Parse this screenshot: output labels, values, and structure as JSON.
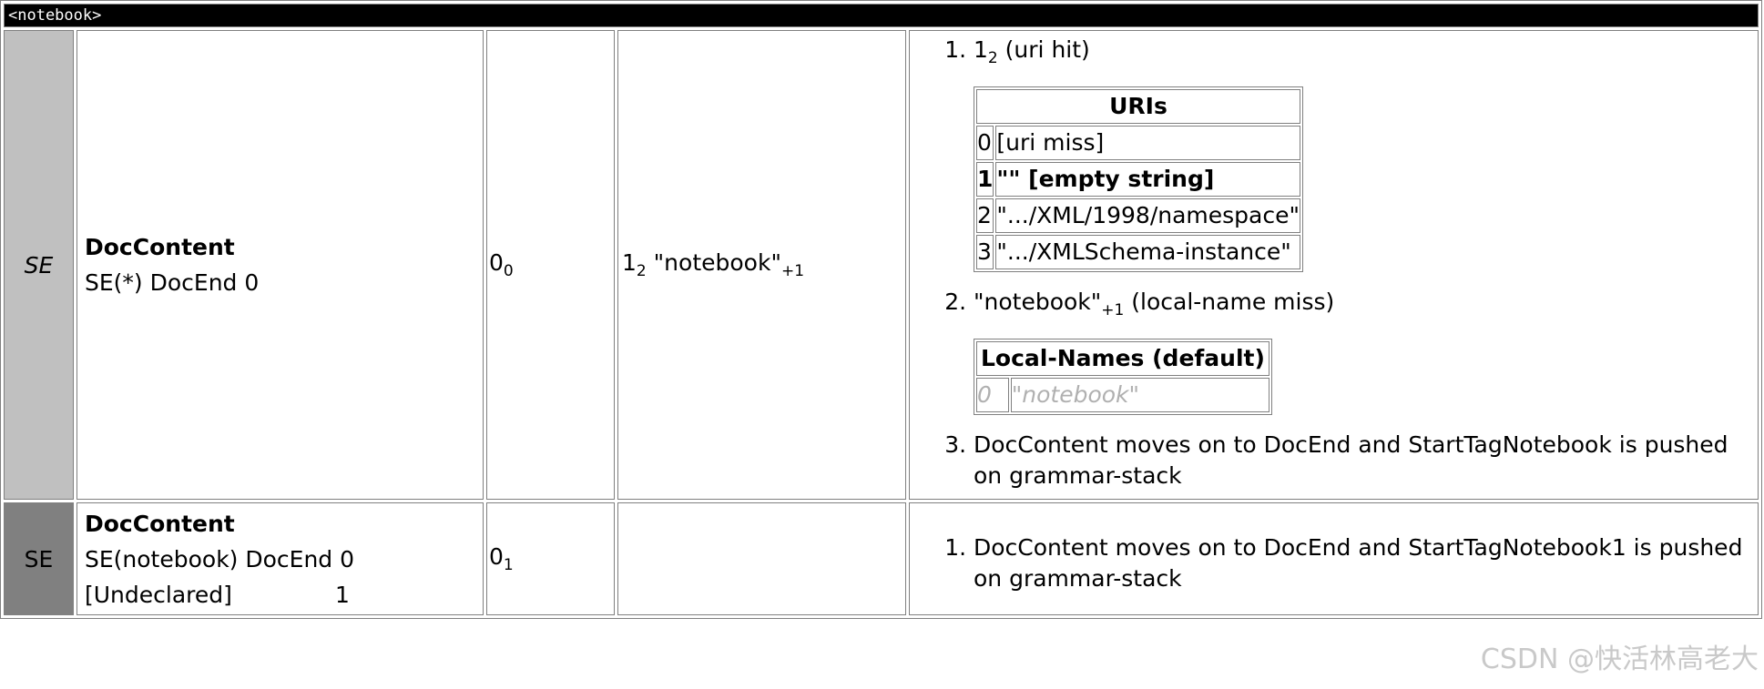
{
  "header": {
    "tag": "<notebook>"
  },
  "row1": {
    "label": "SE",
    "grammar_name": "DocContent",
    "production": "SE(*) DocEnd 0",
    "code_main": "0",
    "code_sub": "0",
    "event_main": "1",
    "event_sub": "2",
    "event_text": " \"notebook\"",
    "event_sub2": "+1",
    "notes": {
      "item1_main": "1",
      "item1_sub": "2",
      "item1_text": " (uri hit)",
      "uris_title": "URIs",
      "uris": [
        {
          "idx": "0",
          "val": "[uri miss]"
        },
        {
          "idx": "1",
          "val": "\"\" [empty string]"
        },
        {
          "idx": "2",
          "val": "\".../XML/1998/namespace\""
        },
        {
          "idx": "3",
          "val": "\".../XMLSchema-instance\""
        }
      ],
      "item2_text": "\"notebook\"",
      "item2_sub": "+1",
      "item2_rest": " (local-name miss)",
      "local_title": "Local-Names (default)",
      "local": [
        {
          "idx": "0",
          "val": "\"notebook\""
        }
      ],
      "item3_text": "DocContent moves on to DocEnd and StartTagNotebook is pushed on grammar-stack"
    }
  },
  "row2": {
    "label": "SE",
    "grammar_name": "DocContent",
    "production": "SE(notebook) DocEnd 0",
    "undeclared_label": "[Undeclared]",
    "undeclared_value": "1",
    "code_main": "0",
    "code_sub": "1",
    "notes": {
      "item1_text": "DocContent moves on to DocEnd and StartTagNotebook1 is pushed on grammar-stack"
    }
  },
  "watermark": "CSDN @快活林高老大"
}
